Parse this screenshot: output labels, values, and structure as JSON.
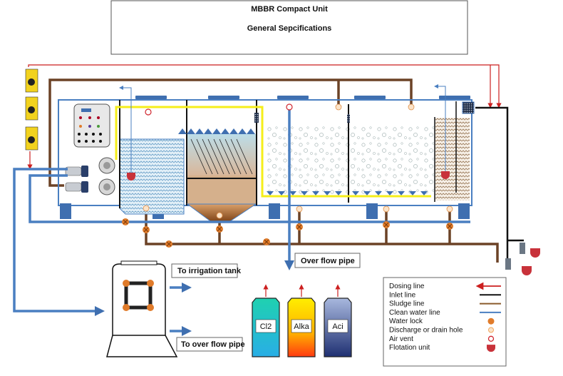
{
  "header": {
    "title": "MBBR Compact Unit",
    "subtitle": "General Sepcifications"
  },
  "labels": {
    "irrigation": "To irrigation tank",
    "overflow_filter": "To over flow pipe",
    "overflow_pipe": "Over flow pipe"
  },
  "chemical_tanks": [
    {
      "label": "Cl2",
      "color_top": "#1fd1b0",
      "color_bottom": "#29aee6"
    },
    {
      "label": "Alka",
      "color_top": "#ffee00",
      "color_bottom": "#ff4a1a"
    },
    {
      "label": "Aci",
      "color_top": "#9aaed8",
      "color_bottom": "#23357a"
    }
  ],
  "legend": {
    "items": [
      {
        "label": "Dosing line",
        "symbol": "arrow-line",
        "color": "#cc1f1f"
      },
      {
        "label": "Inlet line",
        "symbol": "line",
        "color": "#111111"
      },
      {
        "label": "Sludge line",
        "symbol": "line",
        "color": "#8a5a2b"
      },
      {
        "label": "Clean water line",
        "symbol": "line",
        "color": "#4a7fc1"
      },
      {
        "label": "Water lock",
        "symbol": "water-lock",
        "color": "#e07b2a"
      },
      {
        "label": "Discharge or drain hole",
        "symbol": "drain-hole",
        "color": "#f0a860"
      },
      {
        "label": "Air vent",
        "symbol": "air-vent",
        "color": "#d0262e"
      },
      {
        "label": "Flotation unit",
        "symbol": "flotation-unit",
        "color": "#c8323a"
      }
    ]
  },
  "colors": {
    "tank_frame": "#4a7fc1",
    "clean_water": "#4a7fc1",
    "sludge": "#6b4226",
    "inlet": "#111111",
    "dosing": "#cc1f1f",
    "air_line": "#f5ee1a",
    "water_lock": "#e07b2a"
  }
}
